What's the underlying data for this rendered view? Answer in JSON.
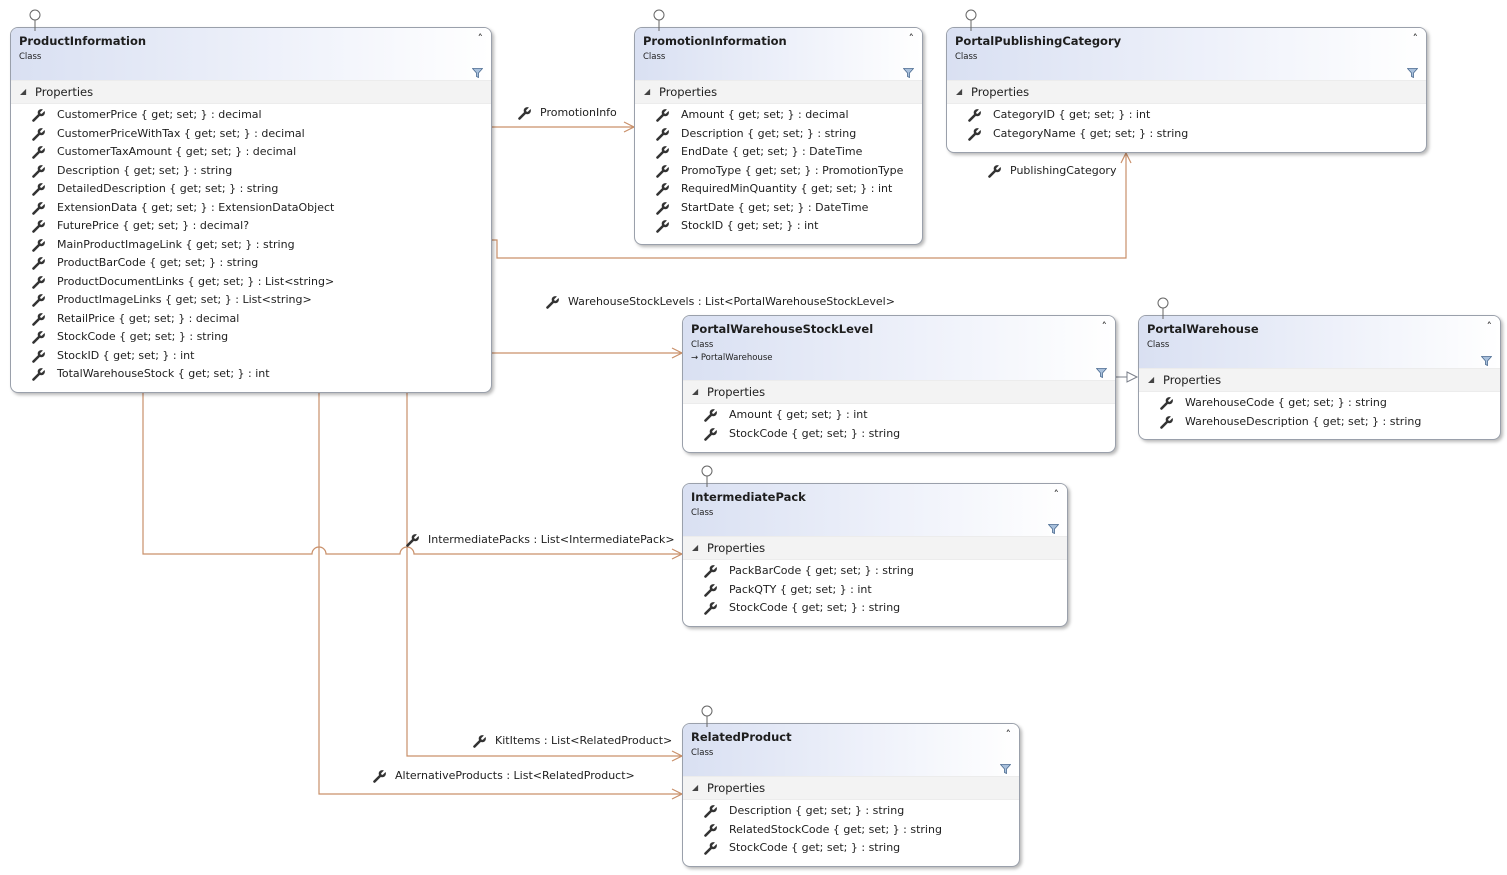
{
  "classes": {
    "product_information": {
      "name": "ProductInformation",
      "kind": "Class",
      "compartment": "Properties",
      "members": [
        "CustomerPrice { get; set; } : decimal",
        "CustomerPriceWithTax { get; set; } : decimal",
        "CustomerTaxAmount { get; set; } : decimal",
        "Description { get; set; } : string",
        "DetailedDescription { get; set; } : string",
        "ExtensionData { get; set; } : ExtensionDataObject",
        "FuturePrice { get; set; } : decimal?",
        "MainProductImageLink { get; set; } : string",
        "ProductBarCode { get; set; } : string",
        "ProductDocumentLinks { get; set; } : List<string>",
        "ProductImageLinks { get; set; } : List<string>",
        "RetailPrice { get; set; } : decimal",
        "StockCode { get; set; } : string",
        "StockID { get; set; } : int",
        "TotalWarehouseStock { get; set; } : int"
      ]
    },
    "promotion_information": {
      "name": "PromotionInformation",
      "kind": "Class",
      "compartment": "Properties",
      "members": [
        "Amount { get; set; } : decimal",
        "Description { get; set; } : string",
        "EndDate { get; set; } : DateTime",
        "PromoType { get; set; } : PromotionType",
        "RequiredMinQuantity { get; set; } : int",
        "StartDate { get; set; } : DateTime",
        "StockID { get; set; } : int"
      ]
    },
    "portal_publishing_category": {
      "name": "PortalPublishingCategory",
      "kind": "Class",
      "compartment": "Properties",
      "members": [
        "CategoryID { get; set; } : int",
        "CategoryName { get; set; } : string"
      ]
    },
    "portal_warehouse_stock_level": {
      "name": "PortalWarehouseStockLevel",
      "kind": "Class",
      "inherits": "→ PortalWarehouse",
      "compartment": "Properties",
      "members": [
        "Amount { get; set; } : int",
        "StockCode { get; set; } : string"
      ]
    },
    "portal_warehouse": {
      "name": "PortalWarehouse",
      "kind": "Class",
      "compartment": "Properties",
      "members": [
        "WarehouseCode { get; set; } : string",
        "WarehouseDescription { get; set; } : string"
      ]
    },
    "intermediate_pack": {
      "name": "IntermediatePack",
      "kind": "Class",
      "compartment": "Properties",
      "members": [
        "PackBarCode { get; set; } : string",
        "PackQTY { get; set; } : int",
        "StockCode { get; set; } : string"
      ]
    },
    "related_product": {
      "name": "RelatedProduct",
      "kind": "Class",
      "compartment": "Properties",
      "members": [
        "Description { get; set; } : string",
        "RelatedStockCode { get; set; } : string",
        "StockCode { get; set; } : string"
      ]
    }
  },
  "associations": {
    "promotion_info": "PromotionInfo",
    "publishing_category": "PublishingCategory",
    "warehouse_stock_levels": "WarehouseStockLevels : List<PortalWarehouseStockLevel>",
    "intermediate_packs": "IntermediatePacks : List<IntermediatePack>",
    "kit_items": "KitItems : List<RelatedProduct>",
    "alternative_products": "AlternativeProducts : List<RelatedProduct>"
  },
  "colors": {
    "association_line": "#c9906a",
    "header_gradient_start": "#d9e0f2",
    "box_border": "#9aa0ab"
  },
  "icons": {
    "property": "wrench-icon",
    "collapse": "chevron-double-up-icon",
    "filter": "filter-icon",
    "interface": "lollipop-icon"
  }
}
